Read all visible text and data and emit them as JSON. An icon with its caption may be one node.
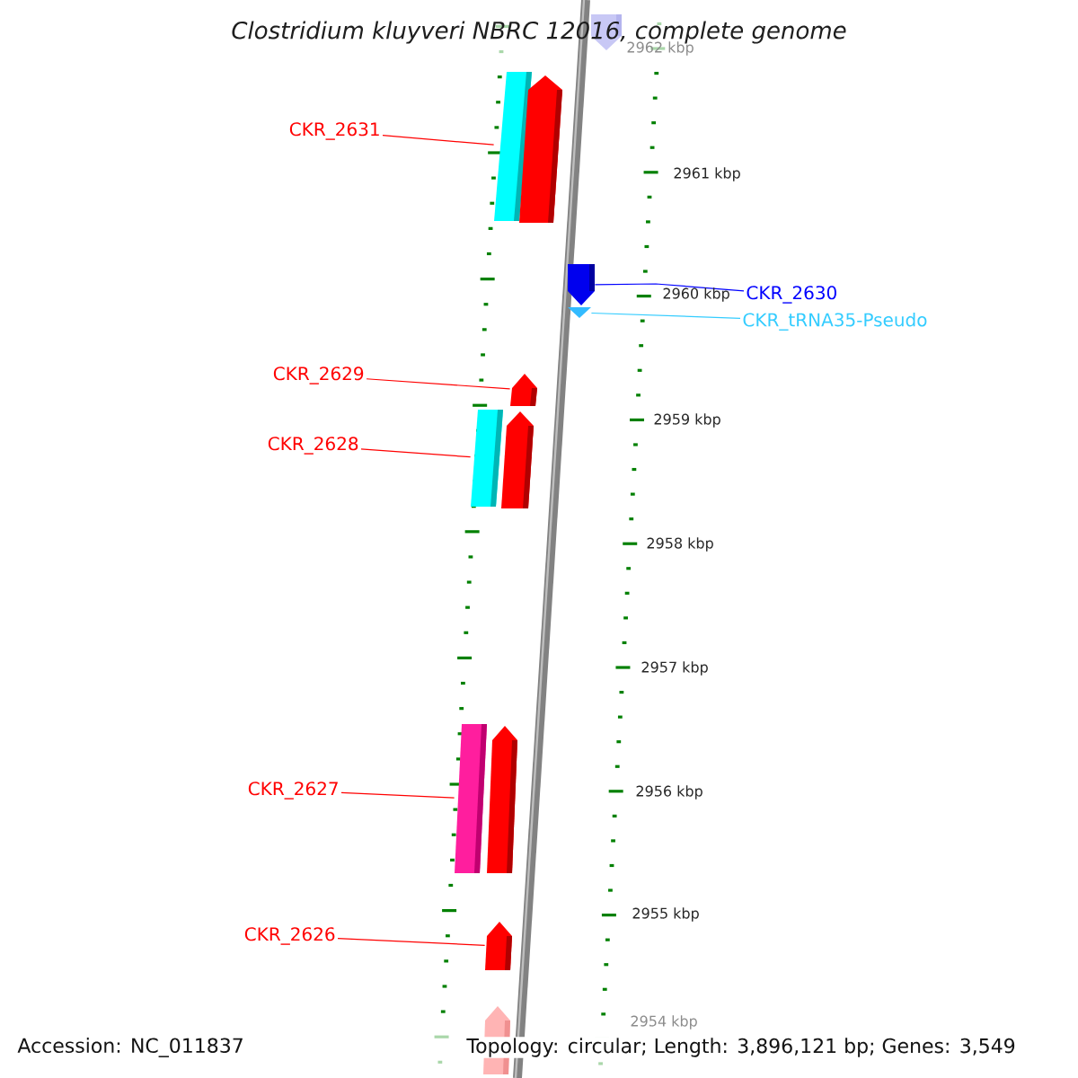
{
  "diagram": {
    "title": "Clostridium kluyveri NBRC 12016, complete genome",
    "nodes": [
      {
        "text": [],
        "shape": "pentagon"
      },
      {
        "text": [
          "CKR_2631"
        ]
      },
      {
        "text": [],
        "shape": "bar"
      },
      {
        "text": [],
        "shape": "pentagon"
      },
      {
        "text": [
          "CKR_2630"
        ]
      },
      {
        "text": [],
        "shape": "pentagon"
      },
      {
        "text": [
          "CKR_tRNA35-Pseudo"
        ]
      },
      {
        "text": [],
        "shape": "triangle"
      },
      {
        "text": [
          "CKR_2629"
        ]
      },
      {
        "text": [],
        "shape": "pentagon"
      },
      {
        "text": [
          "CKR_2628"
        ]
      },
      {
        "text": [],
        "shape": "bar"
      },
      {
        "text": [],
        "shape": "pentagon"
      },
      {
        "text": [
          "CKR_2627"
        ]
      },
      {
        "text": [],
        "shape": "bar"
      },
      {
        "text": [],
        "shape": "pentagon"
      },
      {
        "text": [
          "CKR_2626"
        ]
      },
      {
        "text": [],
        "shape": "pentagon"
      },
      {
        "text": [],
        "shape": "pentagon"
      }
    ],
    "edges": [
      {
        "from": 1,
        "to": 2,
        "arrow": "none"
      },
      {
        "from": 4,
        "to": 5,
        "arrow": "none",
        "color": "#0000ff"
      },
      {
        "from": 6,
        "to": 7,
        "arrow": "none",
        "color": "#33ccff"
      },
      {
        "from": 8,
        "to": 9,
        "arrow": "none"
      },
      {
        "from": 10,
        "to": 11,
        "arrow": "none"
      },
      {
        "from": 13,
        "to": 14,
        "arrow": "none"
      },
      {
        "from": 16,
        "to": 17,
        "arrow": "none"
      }
    ],
    "labels": [
      "2962 kbp",
      "2961 kbp",
      "2960 kbp",
      "2959 kbp",
      "2958 kbp",
      "2957 kbp",
      "2956 kbp",
      "2955 kbp",
      "2954 kbp",
      "Accession: NC_011837",
      "Topology: circular; Length: 3,896,121 bp; Genes: 3,549"
    ]
  }
}
